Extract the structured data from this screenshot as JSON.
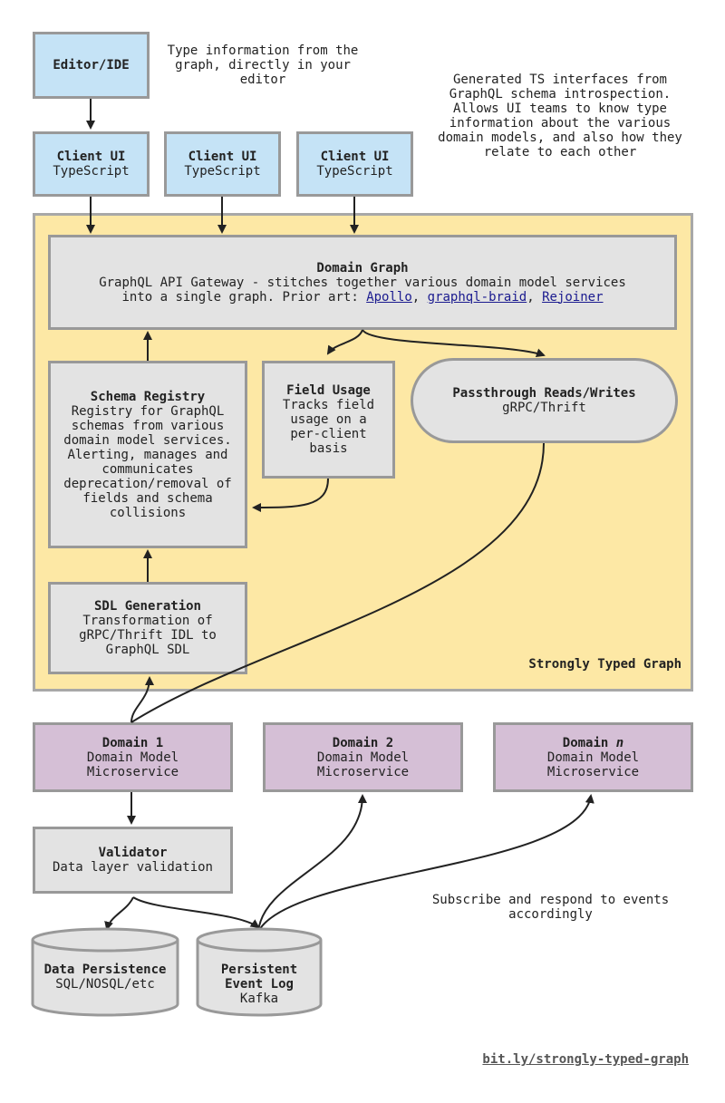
{
  "editor": {
    "title": "Editor/IDE"
  },
  "editor_note": "Type information from the graph, directly in your editor",
  "ts_note": "Generated TS interfaces from GraphQL schema introspection. Allows UI teams to know type information about the various domain models, and also how they relate to each other",
  "clients": [
    {
      "title": "Client UI",
      "subtitle": "TypeScript"
    },
    {
      "title": "Client UI",
      "subtitle": "TypeScript"
    },
    {
      "title": "Client UI",
      "subtitle": "TypeScript"
    }
  ],
  "domain_graph": {
    "title": "Domain Graph",
    "line1": "GraphQL API Gateway - stitches together various domain model services",
    "line2_prefix": "into a single graph. Prior art:",
    "links": [
      "Apollo",
      "graphql-braid",
      "Rejoiner"
    ],
    "sep": ","
  },
  "schema_registry": {
    "title": "Schema Registry",
    "desc": "Registry for GraphQL schemas from various domain model services. Alerting, manages and communicates deprecation/removal of fields and schema collisions"
  },
  "field_usage": {
    "title": "Field Usage",
    "desc": "Tracks field usage on a per-client basis"
  },
  "passthrough": {
    "title": "Passthrough Reads/Writes",
    "subtitle": "gRPC/Thrift"
  },
  "sdl": {
    "title": "SDL Generation",
    "desc": "Transformation of gRPC/Thrift IDL to GraphQL SDL"
  },
  "graph_label": "Strongly Typed Graph",
  "domains": [
    {
      "title": "Domain 1",
      "line1": "Domain Model",
      "line2": "Microservice"
    },
    {
      "title": "Domain 2",
      "line1": "Domain Model",
      "line2": "Microservice"
    },
    {
      "title_prefix": "Domain",
      "title_var": "n",
      "line1": "Domain Model",
      "line2": "Microservice"
    }
  ],
  "validator": {
    "title": "Validator",
    "desc": "Data layer validation"
  },
  "data_persistence": {
    "title": "Data Persistence",
    "subtitle": "SQL/NOSQL/etc"
  },
  "event_log": {
    "title": "Persistent Event Log",
    "subtitle": "Kafka"
  },
  "events_note": "Subscribe and respond to events accordingly",
  "footer_link": "bit.ly/strongly-typed-graph",
  "colors": {
    "blue_box": "#c5e3f6",
    "gray_box": "#e3e3e3",
    "purple_box": "#d5bfd6",
    "graph_area": "#fde8a5",
    "border": "#999999"
  }
}
